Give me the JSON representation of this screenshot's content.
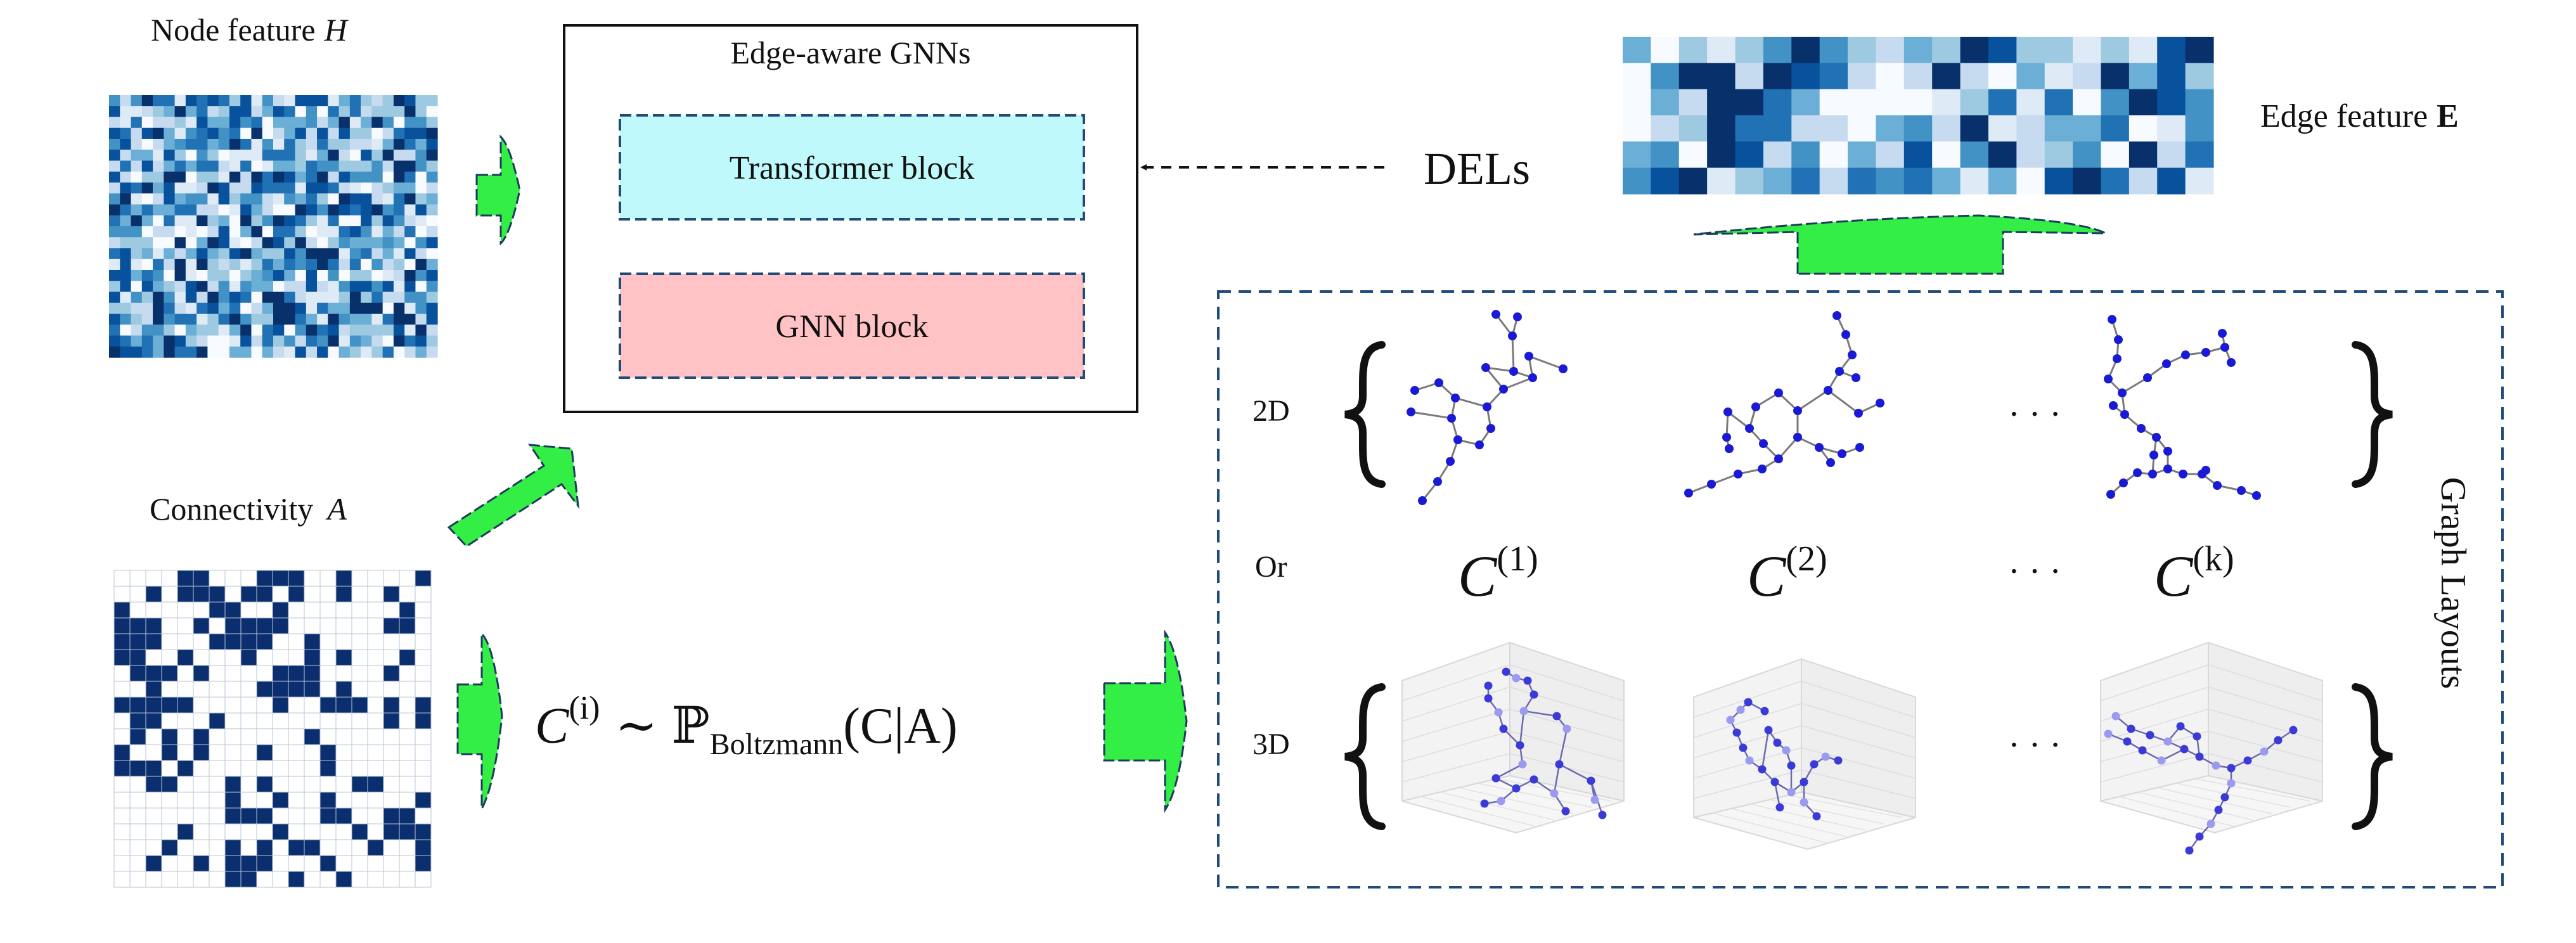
{
  "colors": {
    "node_blues": [
      "#f7fbff",
      "#deebf7",
      "#c6dbef",
      "#9ecae1",
      "#6baed6",
      "#4292c6",
      "#2171b5",
      "#08519c",
      "#08306b"
    ],
    "connectivity_fill": "#0b2f6e",
    "arrow_green": "#33ee44",
    "arrow_edge": "#1f3a5f",
    "transformer_fill": "#bff9fc",
    "gnn_fill": "#ffc2c5",
    "dashed_border": "#1f4a7a",
    "graph_node": "#1a1ad6",
    "graph_edge": "#7a7a7a",
    "graph3d_node": "#3a3ad8",
    "graph3d_node_light": "#9a9af0"
  },
  "icons": [
    "block-arrow-right-icon",
    "block-arrow-up-icon",
    "block-arrow-diagonal-icon",
    "dashed-arrow-left-icon",
    "left-brace-icon",
    "right-brace-icon"
  ],
  "left": {
    "node_feature_label": "Node feature",
    "node_feature_symbol": "H",
    "connectivity_label": "Connectivity",
    "connectivity_symbol": "A"
  },
  "gnn_box": {
    "title": "Edge-aware GNNs",
    "transformer_label": "Transformer block",
    "gnn_label": "GNN block"
  },
  "dels_label": "DELs",
  "edge_feature": {
    "label": "Edge feature",
    "symbol": "E"
  },
  "boltzmann": {
    "lhs": "C",
    "lhs_sup": "(i)",
    "tilde": "∼",
    "prob": "ℙ",
    "prob_sub": "Boltzmann",
    "args": "(C|A)"
  },
  "layouts": {
    "row_2d": "2D",
    "row_or": "Or",
    "row_3d": "3D",
    "ellipsis": "· · ·",
    "c_symbol": "C",
    "sup_1": "(1)",
    "sup_2": "(2)",
    "sup_k": "(k)",
    "side_title": "Graph Layouts"
  }
}
